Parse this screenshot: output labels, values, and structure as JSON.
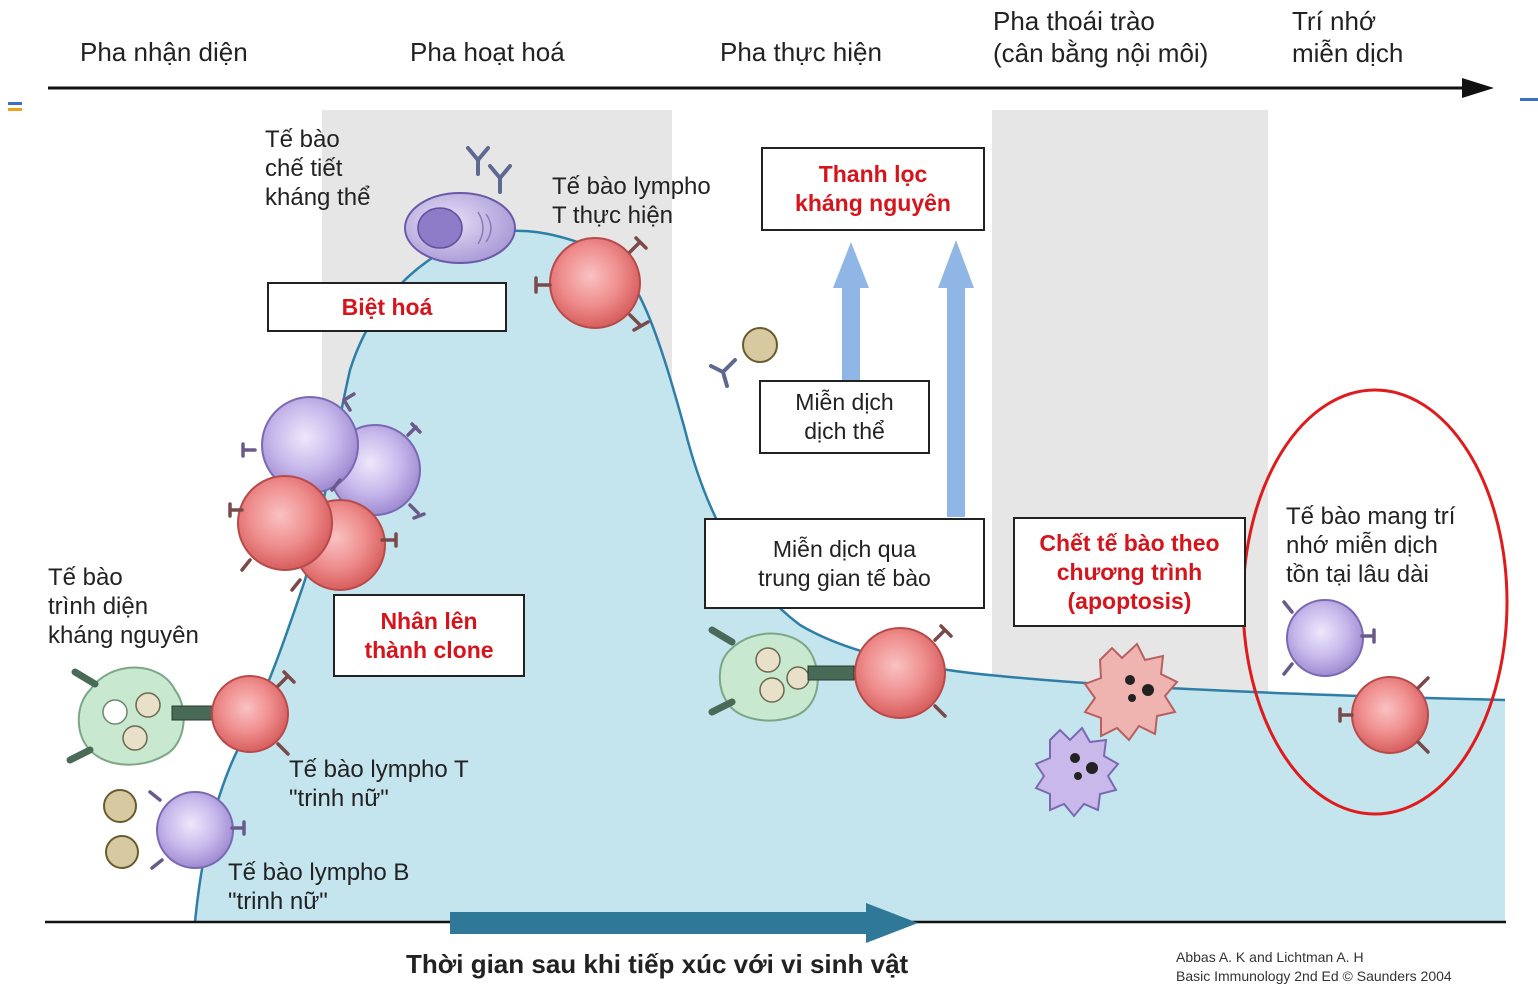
{
  "phases": [
    "Pha nhận diện",
    "Pha hoạt hoá",
    "Pha thực hiện",
    "Pha thoái trào\n(cân bằng nội môi)",
    "Trí nhớ\nmiễn dịch"
  ],
  "labels": {
    "antibody_secreting": "Tế bào\nchế tiết\nkháng thể",
    "effector_t": "Tế bào lympho\nT thực hiện",
    "apc": "Tế bào\ntrình diện\nkháng nguyên",
    "naive_t": "Tế bào lympho T\n\"trinh nữ\"",
    "naive_b": "Tế bào lympho B\n\"trinh nữ\"",
    "memory": "Tế bào mang trí\nnhớ miễn dịch\ntồn tại lâu dài"
  },
  "boxes": {
    "differentiation": "Biệt hoá",
    "clonal_expansion": "Nhân lên\nthành clone",
    "antigen_clearance": "Thanh lọc\nkháng nguyên",
    "humoral": "Miễn dịch\ndịch thể",
    "cell_mediated": "Miễn dịch qua\ntrung gian tế bào",
    "apoptosis": "Chết tế bào theo\nchương trình\n(apoptosis)"
  },
  "x_axis_label": "Thời gian sau khi tiếp xúc với vi sinh vật",
  "credit": {
    "line1": "Abbas A. K and Lichtman A. H",
    "line2": "Basic Immunology 2nd Ed © Saunders 2004"
  },
  "colors": {
    "response_fill": "#c4e4ee",
    "response_curve": "#2e7ea6",
    "phase_shade": "#e6e6e6",
    "arrow_blue": "#8fb6e4",
    "time_arrow": "#2f7898",
    "highlight_red": "#e01b1b",
    "label_red": "#d6141c",
    "t_cell_red": "#ec8586",
    "b_cell_purple": "#c3b2e8",
    "apc_green": "#c8e8cf"
  }
}
